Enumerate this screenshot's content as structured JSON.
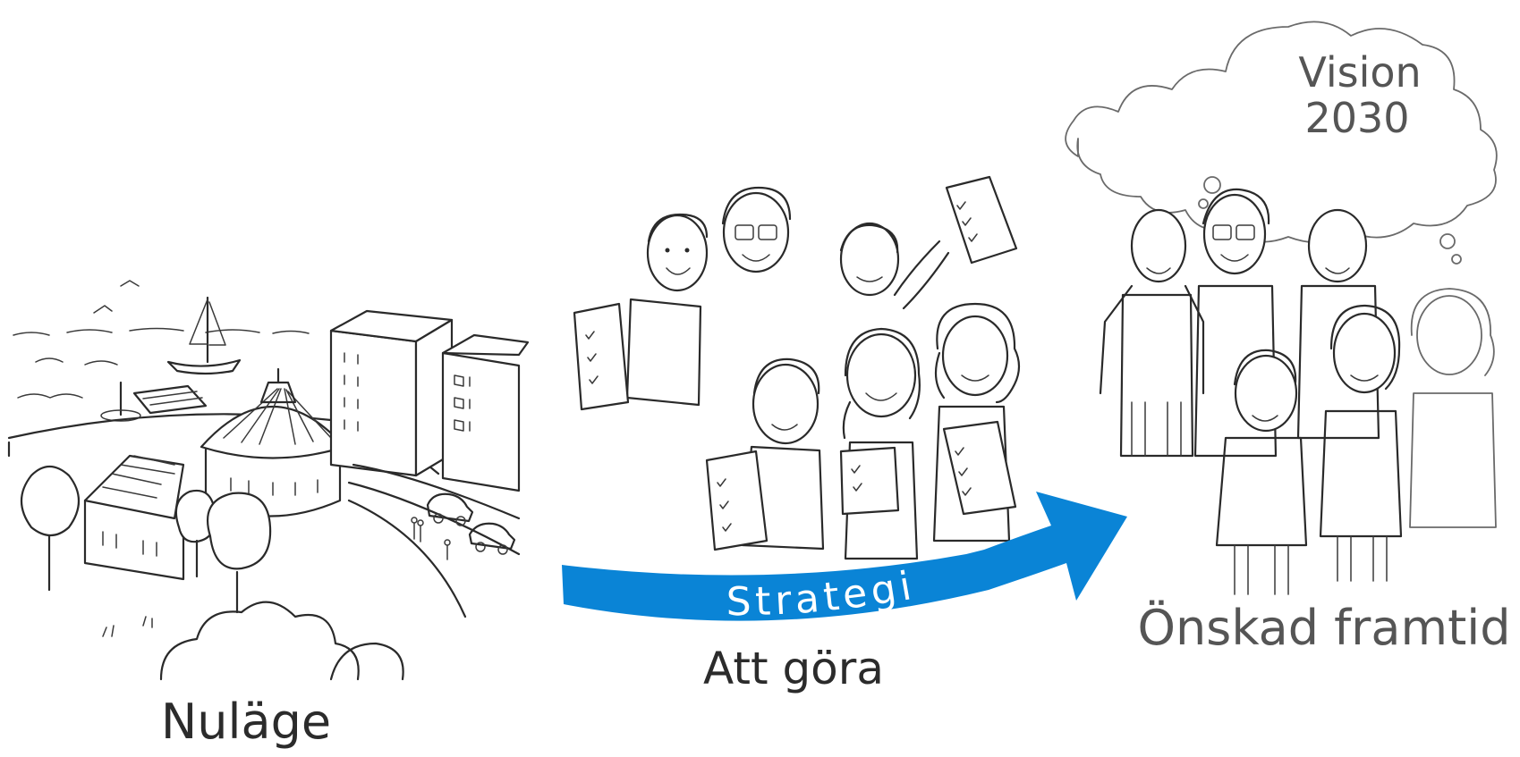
{
  "labels": {
    "current_state": "Nuläge",
    "to_do": "Att göra",
    "desired_future": "Önskad framtid",
    "strategy": "Strategi",
    "vision_line1": "Vision",
    "vision_line2": "2030"
  },
  "colors": {
    "arrow": "#0a84d6",
    "arrow_text": "#ffffff",
    "ink": "#2a2a2a",
    "ink_light": "#6a6a6a"
  }
}
